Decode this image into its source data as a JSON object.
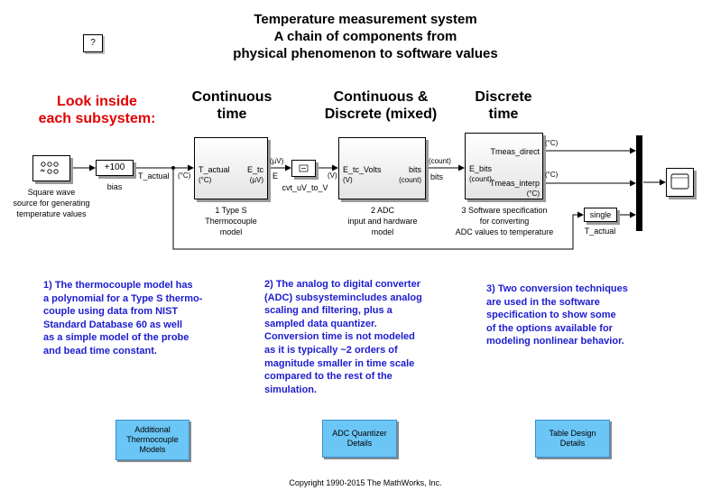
{
  "title": {
    "line1": "Temperature measurement system",
    "line2": "A chain of components from",
    "line3": "physical phenomenon to software values"
  },
  "help_button": "?",
  "look_inside": {
    "line1": "Look inside",
    "line2": "each subsystem:"
  },
  "headers": {
    "continuous": {
      "line1": "Continuous",
      "line2": "time"
    },
    "mixed": {
      "line1": "Continuous &",
      "line2": "Discrete (mixed)"
    },
    "discrete": {
      "line1": "Discrete",
      "line2": "time"
    }
  },
  "blocks": {
    "source": {
      "line1": "Square wave",
      "line2": "source for generating",
      "line3": "temperature values"
    },
    "bias": {
      "value": "+100",
      "label": "bias"
    },
    "signal_t_actual": "T_actual",
    "unit_c": "(°C)",
    "thermocouple": {
      "in_port": "T_actual",
      "in_unit": "(°C)",
      "out_port": "E_tc",
      "out_unit": "(µV)",
      "label1": "1 Type S",
      "label2": "Thermocouple",
      "label3": "model"
    },
    "signal_e": "E",
    "unit_uv": "(µV)",
    "converter": {
      "label": "cvt_uV_to_V"
    },
    "unit_v": "(V)",
    "adc": {
      "in_port": "E_tc_Volts",
      "in_unit": "(V)",
      "out_port": "bits",
      "out_unit": "(count)",
      "label1": "2 ADC",
      "label2": "input and hardware",
      "label3": "model"
    },
    "unit_count": "(count)",
    "signal_bits": "bits",
    "software": {
      "in_port": "E_bits",
      "in_unit": "(count)",
      "out1": "Tmeas_direct",
      "out2": "Tmeas_interp",
      "out_unit": "(°C)",
      "label1": "3 Software specification",
      "label2": "for converting",
      "label3": "ADC values to temperature"
    },
    "unit_c_out1": "(°C)",
    "unit_c_out2": "(°C)",
    "single": {
      "value": "single",
      "label": "T_actual"
    }
  },
  "notes": {
    "note1": [
      "1) The thermocouple model has",
      "a polynomial for a Type S thermo-",
      "couple using data from NIST",
      "Standard Database 60 as well",
      "as a simple model of the probe",
      "and bead time constant."
    ],
    "note2": [
      "2) The analog to digital converter",
      "(ADC) subsystemincludes analog",
      "scaling and filtering, plus a",
      "sampled data quantizer.",
      "Conversion time is not modeled",
      "as it is typically ~2 orders of",
      "magnitude smaller in time scale",
      "compared to the rest of the",
      "simulation."
    ],
    "note3": [
      "3) Two conversion techniques",
      "are used  in the software",
      "specification to show some",
      "of the options available for",
      "modeling nonlinear behavior."
    ]
  },
  "buttons": {
    "thermo": {
      "line1": "Additional",
      "line2": "Thermocouple",
      "line3": "Models"
    },
    "adc": {
      "line1": "ADC Quantizer",
      "line2": "Details"
    },
    "table": {
      "line1": "Table Design",
      "line2": "Details"
    }
  },
  "copyright": "Copyright 1990-2015 The MathWorks, Inc."
}
